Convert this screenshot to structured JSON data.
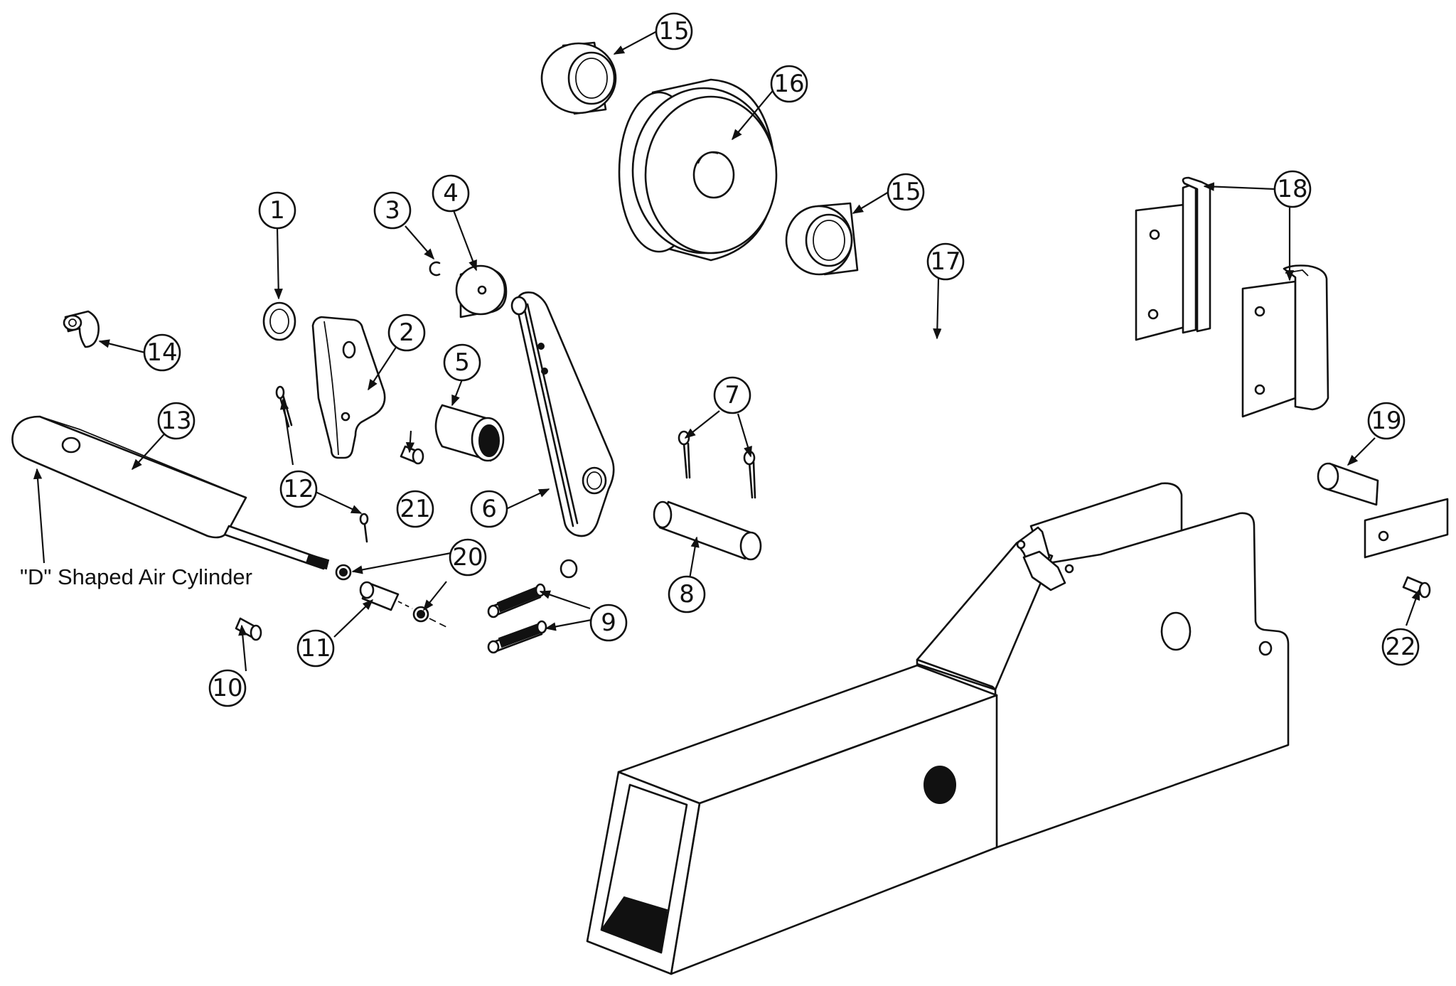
{
  "callouts": [
    {
      "num": "1"
    },
    {
      "num": "2"
    },
    {
      "num": "3"
    },
    {
      "num": "4"
    },
    {
      "num": "5"
    },
    {
      "num": "6"
    },
    {
      "num": "7"
    },
    {
      "num": "8"
    },
    {
      "num": "9"
    },
    {
      "num": "10"
    },
    {
      "num": "11"
    },
    {
      "num": "12"
    },
    {
      "num": "13"
    },
    {
      "num": "14"
    },
    {
      "num": "15"
    },
    {
      "num": "15"
    },
    {
      "num": "16"
    },
    {
      "num": "17"
    },
    {
      "num": "18"
    },
    {
      "num": "19"
    },
    {
      "num": "20"
    },
    {
      "num": "21"
    },
    {
      "num": "22"
    }
  ],
  "annotation": "\"D\" Shaped Air Cylinder"
}
